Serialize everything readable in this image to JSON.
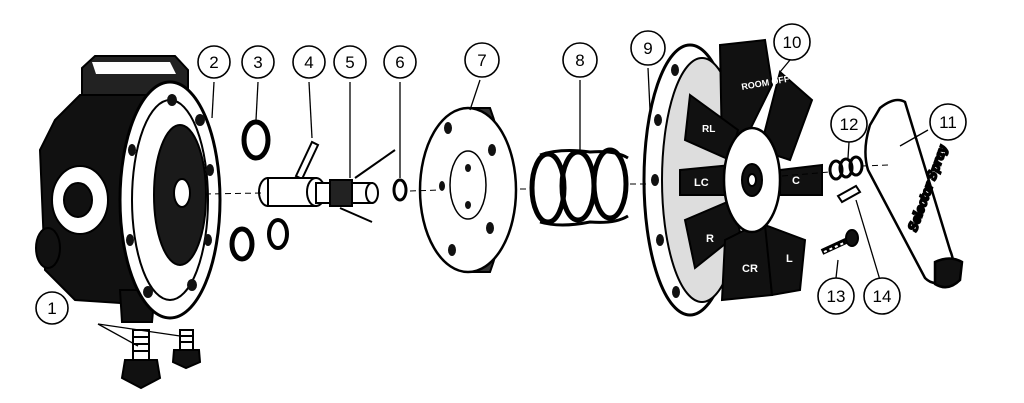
{
  "callouts": [
    {
      "id": "1",
      "label": "1"
    },
    {
      "id": "2",
      "label": "2"
    },
    {
      "id": "3",
      "label": "3"
    },
    {
      "id": "4",
      "label": "4"
    },
    {
      "id": "5",
      "label": "5"
    },
    {
      "id": "6",
      "label": "6"
    },
    {
      "id": "7",
      "label": "7"
    },
    {
      "id": "8",
      "label": "8"
    },
    {
      "id": "9",
      "label": "9"
    },
    {
      "id": "10",
      "label": "10"
    },
    {
      "id": "11",
      "label": "11"
    },
    {
      "id": "12",
      "label": "12"
    },
    {
      "id": "13",
      "label": "13"
    },
    {
      "id": "14",
      "label": "14"
    }
  ],
  "selector_positions": {
    "room_off": "ROOM OFF",
    "rl": "RL",
    "lc": "LC",
    "r": "R",
    "cr": "CR",
    "l": "L",
    "c": "C"
  },
  "handle_text": "Selector Spray"
}
